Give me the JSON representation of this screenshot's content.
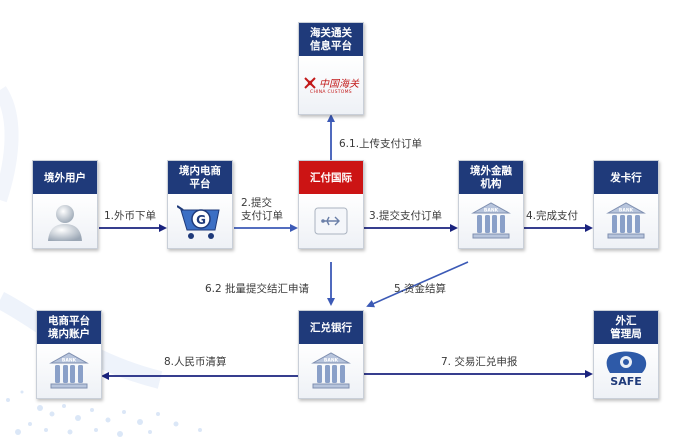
{
  "nodes": {
    "customs": {
      "title_line1": "海关通关",
      "title_line2": "信息平台",
      "logo_text_cn": "中国海关",
      "logo_text_en": "CHINA CUSTOMS"
    },
    "overseas_user": {
      "title_line1": "境外用户"
    },
    "domestic_ecommerce": {
      "title_line1": "境内电商",
      "title_line2": "平台"
    },
    "huifu": {
      "title_line1": "汇付国际"
    },
    "overseas_finance": {
      "title_line1": "境外金融",
      "title_line2": "机构",
      "icon_text": "BANK"
    },
    "card_issuer": {
      "title_line1": "发卡行",
      "icon_text": "BANK"
    },
    "ecommerce_account": {
      "title_line1": "电商平台",
      "title_line2": "境内账户",
      "icon_text": "BANK"
    },
    "exchange_bank": {
      "title_line1": "汇兑银行",
      "icon_text": "BANK"
    },
    "safe": {
      "title_line1": "外汇",
      "title_line2": "管理局",
      "logo_text": "SAFE"
    }
  },
  "edges": {
    "e1": "1.外币下单",
    "e2_line1": "2.提交",
    "e2_line2": "支付订单",
    "e3": "3.提交支付订单",
    "e4": "4.完成支付",
    "e5": "5.资金结算",
    "e61": "6.1.上传支付订单",
    "e62": "6.2 批量提交结汇申请",
    "e7": "7. 交易汇兑申报",
    "e8": "8.人民币清算"
  },
  "colors": {
    "header_blue": "#1f3a7a",
    "header_red": "#cc1414",
    "arrow_navy": "#1a237e",
    "arrow_blue": "#3c5ab6"
  }
}
